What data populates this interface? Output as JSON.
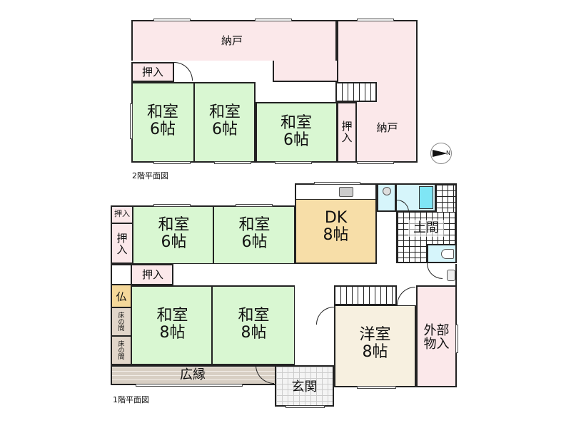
{
  "colors": {
    "washitsu": "#d9f7d2",
    "storage": "#fbe8ea",
    "dk": "#f7dea8",
    "youshitsu": "#f7f0e0",
    "butsudan": "#f5d89a",
    "tokonoma": "#e2d6ca",
    "wet": "#d6f5fb",
    "bath": "#7fe6f5",
    "wall": "#111111"
  },
  "floor2": {
    "caption": "2階平面図",
    "rooms": {
      "nando_top": "納戸",
      "nando_right": "納戸",
      "oshiire_a": "押入",
      "oshiire_b": "押\n入",
      "washitsu1": "和室\n6帖",
      "washitsu2": "和室\n6帖",
      "washitsu3": "和室\n6帖"
    }
  },
  "floor1": {
    "caption": "1階平面図",
    "rooms": {
      "oshiire_small": "押入",
      "oshiire_left": "押\n入",
      "oshiire_hall": "押入",
      "washitsu_a": "和室\n6帖",
      "washitsu_b": "和室\n6帖",
      "dk": "DK\n8帖",
      "doma": "土間",
      "butsudan": "仏",
      "tokonoma1": "床\nの\n間",
      "tokonoma2": "床\nの\n間",
      "washitsu_c": "和室\n8帖",
      "washitsu_d": "和室\n8帖",
      "hiroen": "広縁",
      "genkan": "玄関",
      "youshitsu": "洋室\n8帖",
      "gaibu_monoire": "外部\n物入"
    }
  },
  "compass": {
    "label": "N"
  }
}
